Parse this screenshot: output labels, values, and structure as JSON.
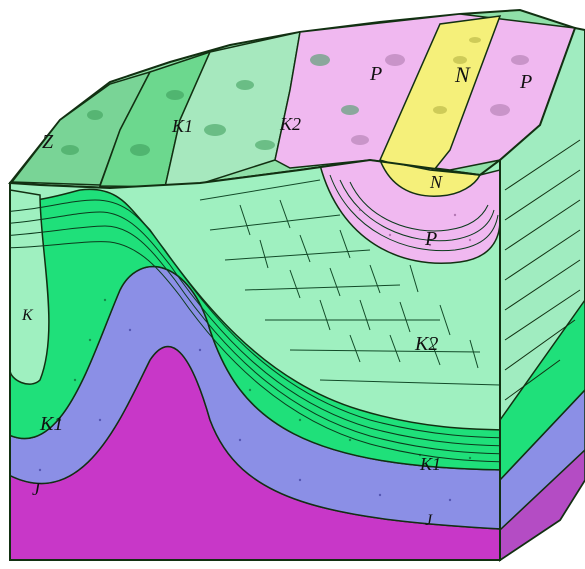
{
  "labels": {
    "top_Z": "Z",
    "top_K1": "K1",
    "top_K2": "K2",
    "top_P_left": "P",
    "top_N": "N",
    "top_P_right": "P",
    "front_N": "N",
    "front_P": "P",
    "front_K2": "K2",
    "front_K1_right": "K1",
    "front_K1_left": "K1",
    "front_K_edge": "K",
    "front_J_left": "J",
    "front_J_right": "J"
  },
  "colors": {
    "jurassic_deep": "#c837c8",
    "jurassic": "#b44cc4",
    "j_blue": "#8b8fe6",
    "k1_green": "#1fe07a",
    "k2_light": "#9ff0c0",
    "paleogene": "#f0b8f0",
    "neogene": "#f5f07a",
    "outline": "#123012"
  }
}
